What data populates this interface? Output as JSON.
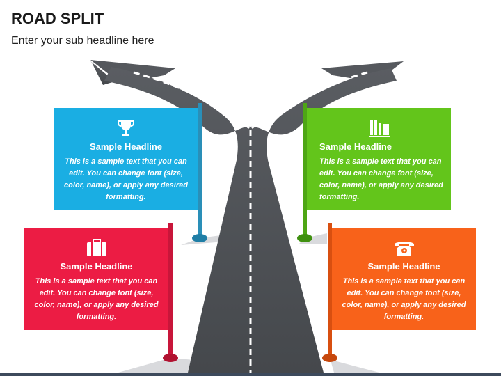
{
  "title": "ROAD SPLIT",
  "subtitle": "Enter your sub headline here",
  "cards": [
    {
      "headline": "Sample Headline",
      "body": "This is a sample text that you can edit. You can change font (size, color, name), or apply any desired formatting.",
      "color": "#1aaee3",
      "icon": "trophy-icon"
    },
    {
      "headline": "Sample Headline",
      "body": "This is a sample text that you can edit. You can change font (size, color, name), or apply any desired formatting.",
      "color": "#63c51b",
      "icon": "books-icon"
    },
    {
      "headline": "Sample Headline",
      "body": "This is a sample text that you can edit. You can change font (size, color, name), or apply any desired formatting.",
      "color": "#ec1c44",
      "icon": "briefcase-icon"
    },
    {
      "headline": "Sample Headline",
      "body": "This is a sample text that you can edit. You can change font (size, color, name), or apply any desired formatting.",
      "color": "#f8621a",
      "icon": "telephone-icon"
    }
  ]
}
